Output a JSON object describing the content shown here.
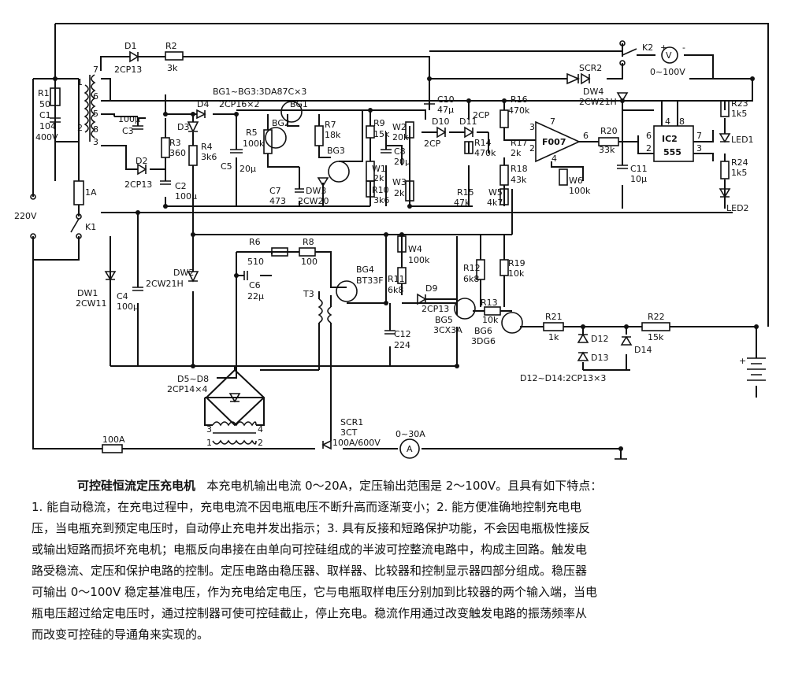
{
  "labels": {
    "D1": "D1",
    "D1_type": "2CP13",
    "R2": "R2",
    "R2_val": "3k",
    "BG_note": "BG1~BG3:3DA87C×3",
    "R1": "R1",
    "R1_val": "50",
    "C1": "C1",
    "C1_val": "104",
    "C1_v": "400V",
    "T_pin7": "7",
    "T_pin6": "6",
    "T_pin5": "5",
    "T_pin8": "8",
    "T_pin1": "1",
    "T_pin2": "2",
    "T_pin3": "3",
    "D4": "D4",
    "D4_note": "2CP16×2",
    "BG1": "BG1",
    "C3": "C3",
    "C3_val": "100μ",
    "D3": "D3",
    "R3": "R3",
    "R3_val": "360",
    "R4": "R4",
    "R4_val": "3k6",
    "R5": "R5",
    "R5_val": "100k",
    "BG2": "BG2",
    "R7": "R7",
    "R7_val": "18k",
    "C5": "C5",
    "C5_val": "20μ",
    "BG3": "BG3",
    "C7": "C7",
    "C7_val": "473",
    "DW3": "DW3",
    "DW3_type": "2CW20",
    "D2": "D2",
    "D2_type": "2CP13",
    "C2": "C2",
    "C2_val": "100μ",
    "R9": "R9",
    "R9_val": "15k",
    "W1": "W1",
    "W1_val": "2k",
    "R10": "R10",
    "R10_val": "3k6",
    "C8": "C8",
    "C8_val": "20μ",
    "W2": "W2",
    "W2_val": "20k",
    "W3": "W3",
    "W3_val": "2k",
    "C10": "C10",
    "C10_val": "47μ",
    "D10": "D10",
    "D10_type": "2CP",
    "D11": "D11",
    "D11_type": "2CP",
    "R16": "R16",
    "R16_val": "470k",
    "R14": "R14",
    "R14_val": "470k",
    "R17": "R17",
    "R17_val": "2k",
    "R18": "R18",
    "R18_val": "43k",
    "R15": "R15",
    "R15_val": "47k",
    "W5": "W5",
    "W5_val": "4k7",
    "W6": "W6",
    "W6_val": "100k",
    "IC_007": "F007",
    "pin3": "3",
    "pin2": "2",
    "pin7": "7",
    "pin6": "6",
    "pin4": "4",
    "SCR2": "SCR2",
    "K2": "K2",
    "V": "V",
    "V_range": "0~100V",
    "DW4": "DW4",
    "DW4_type": "2CW21H",
    "R20": "R20",
    "R20_val": "33k",
    "C11": "C11",
    "C11_val": "10μ",
    "IC2": "IC2",
    "IC2_type": "555",
    "ic2_p6": "6",
    "ic2_p2": "2",
    "ic2_p4": "4",
    "ic2_p8": "8",
    "ic2_p7": "7",
    "ic2_p3": "3",
    "R23": "R23",
    "R23_val": "1k5",
    "LED1": "LED1",
    "R24": "R24",
    "R24_val": "1k5",
    "LED2": "LED2",
    "V220": "220V",
    "fuse1A": "1A",
    "K1": "K1",
    "DW1": "DW1",
    "DW1_type": "2CW11",
    "C4": "C4",
    "C4_val": "100μ",
    "DW2": "DW2",
    "DW2_type": "2CW21H",
    "R6": "R6",
    "R6_val": "510",
    "R8": "R8",
    "R8_val": "100",
    "C6": "C6",
    "C6_val": "22μ",
    "BG4": "BG4",
    "BG4_type": "BT33F",
    "T3": "T3",
    "W4": "W4",
    "W4_val": "100k",
    "R12": "R12",
    "R12_val": "6k8",
    "R19": "R19",
    "R19_val": "10k",
    "R11": "R11",
    "R11_val": "6k8",
    "D9": "D9",
    "D9_type": "2CP13",
    "C12": "C12",
    "C12_val": "224",
    "BG5": "BG5",
    "BG5_type": "3CX3A",
    "R13": "R13",
    "R13_val": "10k",
    "BG6": "BG6",
    "BG6_type": "3DG6",
    "R21": "R21",
    "R21_val": "1k",
    "D12": "D12",
    "D13": "D13",
    "D14": "D14",
    "R22": "R22",
    "R22_val": "15k",
    "D12_note": "D12~D14:2CP13×3",
    "bridge": "D5~D8",
    "bridge_type": "2CP14×4",
    "bpin1": "1",
    "bpin2": "2",
    "bpin3": "3",
    "bpin4": "4",
    "SCR1": "SCR1",
    "SCR1_type": "3CT",
    "SCR1_rating": "100A/600V",
    "fuse100A": "100A",
    "A_range": "0~30A",
    "A": "A",
    "plus": "+",
    "minus": "-"
  },
  "caption": {
    "title": "可控硅恒流定压充电机",
    "lines": [
      "本充电机输出电流 0～20A，定压输出范围是 2～100V。且具有如下特点：",
      "1. 能自动稳流，在充电过程中，充电电流不因电瓶电压不断升高而逐渐变小；2. 能方便准确地控制充电电",
      "压，当电瓶充到预定电压时，自动停止充电并发出指示；3. 具有反接和短路保护功能，不会因电瓶极性接反",
      "或输出短路而损坏充电机；电瓶反向串接在由单向可控硅组成的半波可控整流电路中，构成主回路。触发电",
      "路受稳流、定压和保护电路的控制。定压电路由稳压器、取样器、比较器和控制显示器四部分组成。稳压器",
      "可输出 0～100V 稳定基准电压，作为充电给定电压，它与电瓶取样电压分别加到比较器的两个输入端，当电",
      "瓶电压超过给定电压时，通过控制器可使可控硅截止，停止充电。稳流作用通过改变触发电路的振荡频率从",
      "而改变可控硅的导通角来实现的。"
    ]
  }
}
